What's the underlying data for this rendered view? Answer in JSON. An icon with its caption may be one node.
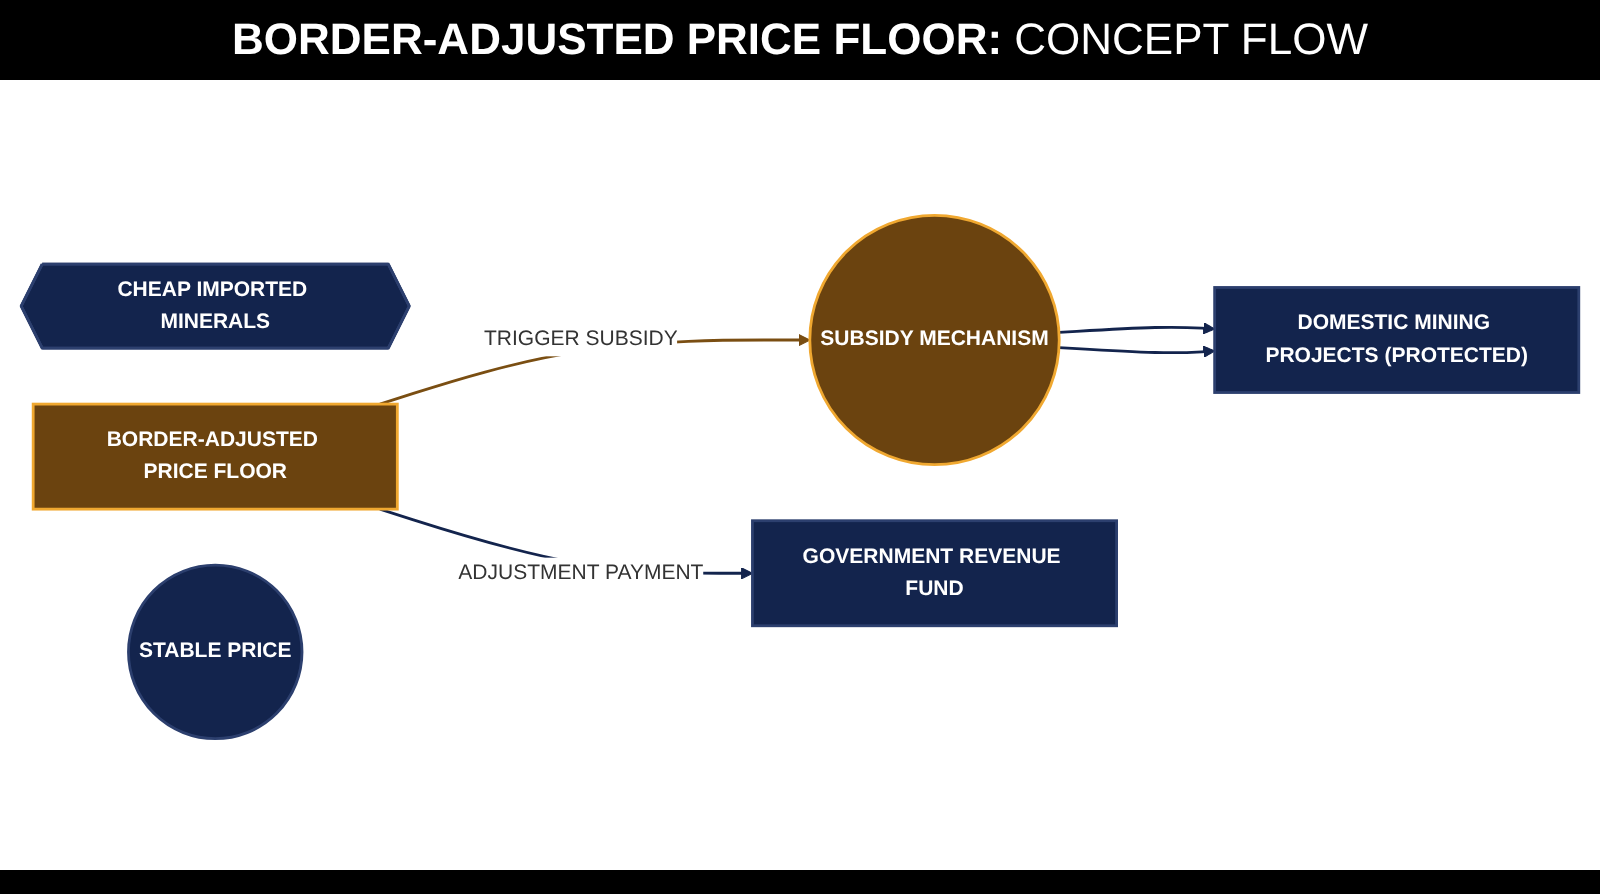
{
  "diagram": {
    "title": "**BORDER-ADJUSTED PRICE FLOOR:** CONCEPT FLOW",
    "nodes": [
      {
        "text": [
          "CHEAP IMPORTED MINERALS"
        ]
      },
      {
        "text": [
          "BORDER-ADJUSTED PRICE FLOOR"
        ]
      },
      {
        "text": [
          "SUBSIDY MECHANISM"
        ]
      },
      {
        "text": [
          "DOMESTIC MINING PROJECTS (PROTECTED)"
        ]
      },
      {
        "text": [
          "STABLE PRICE"
        ]
      },
      {
        "text": [
          "GOVERNMENT REVENUE FUND"
        ]
      }
    ],
    "edges": [
      {
        "from": 1,
        "to": 2,
        "arrow": "to",
        "label": "TRIGGER SUBSIDY",
        "color": "#7a4e12"
      },
      {
        "from": 2,
        "to": 3,
        "arrow": "to"
      },
      {
        "from": 2,
        "to": 3,
        "arrow": "to"
      },
      {
        "from": 1,
        "to": 5,
        "arrow": "to",
        "label": "ADJUSTMENT PAYMENT"
      }
    ]
  }
}
